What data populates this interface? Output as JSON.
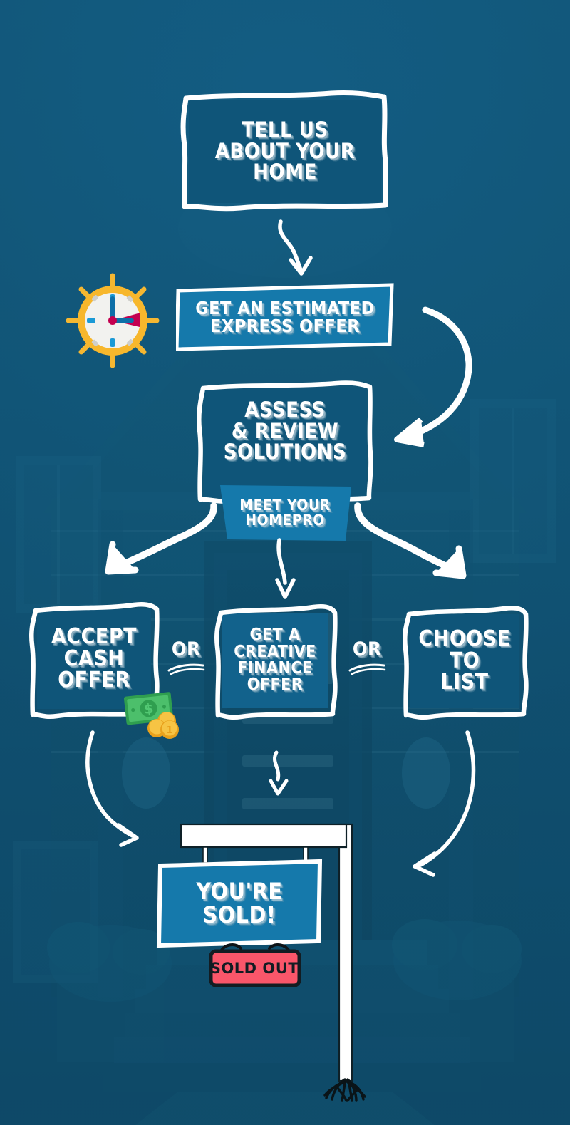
{
  "page": {
    "title": "Home Selling Process Flowchart",
    "background_color": "#125b80",
    "box_fill_color": "#0f557b",
    "plate_fill_color": "#1579ab",
    "outline_color": "#ffffff",
    "accent_red": "#f9566a",
    "accent_gold": "#f5b731",
    "money_green": "#3aa757"
  },
  "flow": {
    "step1": {
      "name": "tell-us-about-your-home",
      "lines": [
        "TELL US",
        "ABOUT YOUR",
        "HOME"
      ]
    },
    "step2": {
      "name": "get-an-estimated-express-offer",
      "lines": [
        "GET AN ESTIMATED",
        "EXPRESS OFFER"
      ]
    },
    "step3": {
      "name": "assess-and-review-solutions",
      "lines": [
        "ASSESS",
        "& REVIEW",
        "SOLUTIONS"
      ]
    },
    "step3_badge": {
      "name": "meet-your-homepro",
      "lines": [
        "MEET YOUR",
        "HOMEPRO"
      ]
    },
    "option_left": {
      "name": "accept-cash-offer",
      "lines": [
        "ACCEPT",
        "CASH",
        "OFFER"
      ]
    },
    "option_middle": {
      "name": "get-a-creative-finance-offer",
      "lines": [
        "GET A",
        "CREATIVE",
        "FINANCE",
        "OFFER"
      ]
    },
    "option_right": {
      "name": "choose-to-list",
      "lines": [
        "CHOOSE",
        "TO",
        "LIST"
      ]
    },
    "separator_left": {
      "name": "or-separator-left",
      "label": "OR"
    },
    "separator_right": {
      "name": "or-separator-right",
      "label": "OR"
    },
    "final": {
      "name": "youre-sold-sign",
      "lines": [
        "YOU'RE",
        "SOLD!"
      ]
    },
    "final_tag": {
      "name": "sold-out-tag",
      "label": "SOLD OUT"
    }
  },
  "icons": {
    "clock": "alarm-clock-icon",
    "money": "money-with-coins-icon",
    "arrow_step1_step2": "curved-down-arrow-icon",
    "arrow_step2_step3": "curved-sweep-arrow-icon",
    "arrow_branch_left": "branch-arrow-left-icon",
    "arrow_branch_center": "branch-arrow-center-icon",
    "arrow_branch_right": "branch-arrow-right-icon",
    "arrow_cash_to_sold": "curved-arrow-down-right-icon",
    "arrow_finance_to_sold": "short-wiggle-arrow-icon",
    "arrow_list_to_sold": "curved-arrow-down-left-icon",
    "sign_post": "yard-sign-post-icon",
    "grass": "grass-tuft-icon"
  }
}
